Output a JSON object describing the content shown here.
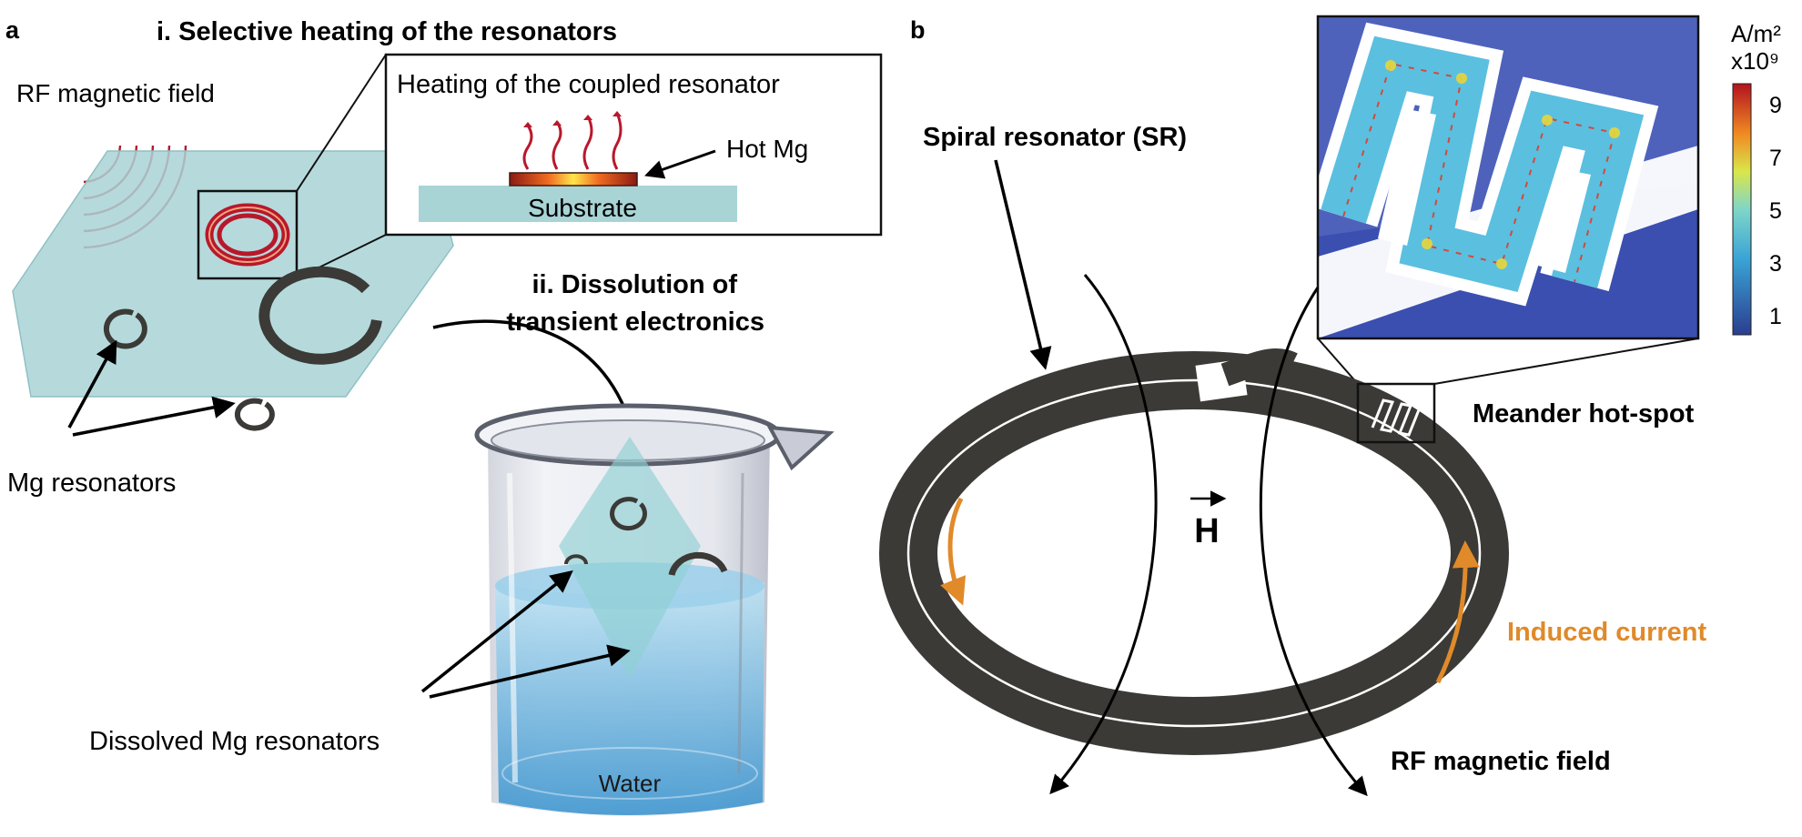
{
  "panel_a": {
    "label": "a",
    "title_i": "i. Selective heating of the resonators",
    "rf_label": "RF magnetic field",
    "inset_title": "Heating of the coupled resonator",
    "hot_mg": "Hot Mg",
    "substrate": "Substrate",
    "title_ii_line1": "ii. Dissolution of",
    "title_ii_line2": "transient electronics",
    "mg_resonators": "Mg resonators",
    "dissolved": "Dissolved Mg resonators",
    "water": "Water"
  },
  "panel_b": {
    "label": "b",
    "spiral": "Spiral resonator (SR)",
    "meander": "Meander hot-spot",
    "field_symbol": "H",
    "induced_current": "Induced current",
    "rf_label": "RF magnetic field",
    "colorbar": {
      "unit": "A/m²",
      "scale": "x10⁹",
      "ticks": [
        "9",
        "7",
        "5",
        "3",
        "1"
      ]
    }
  },
  "colors": {
    "heat_red": "#b8182b",
    "current_orange": "#e08a2a",
    "substrate": "#a9d4d6",
    "resonator_dark": "#3b3a37",
    "field_blue": "#2d4fa8"
  }
}
